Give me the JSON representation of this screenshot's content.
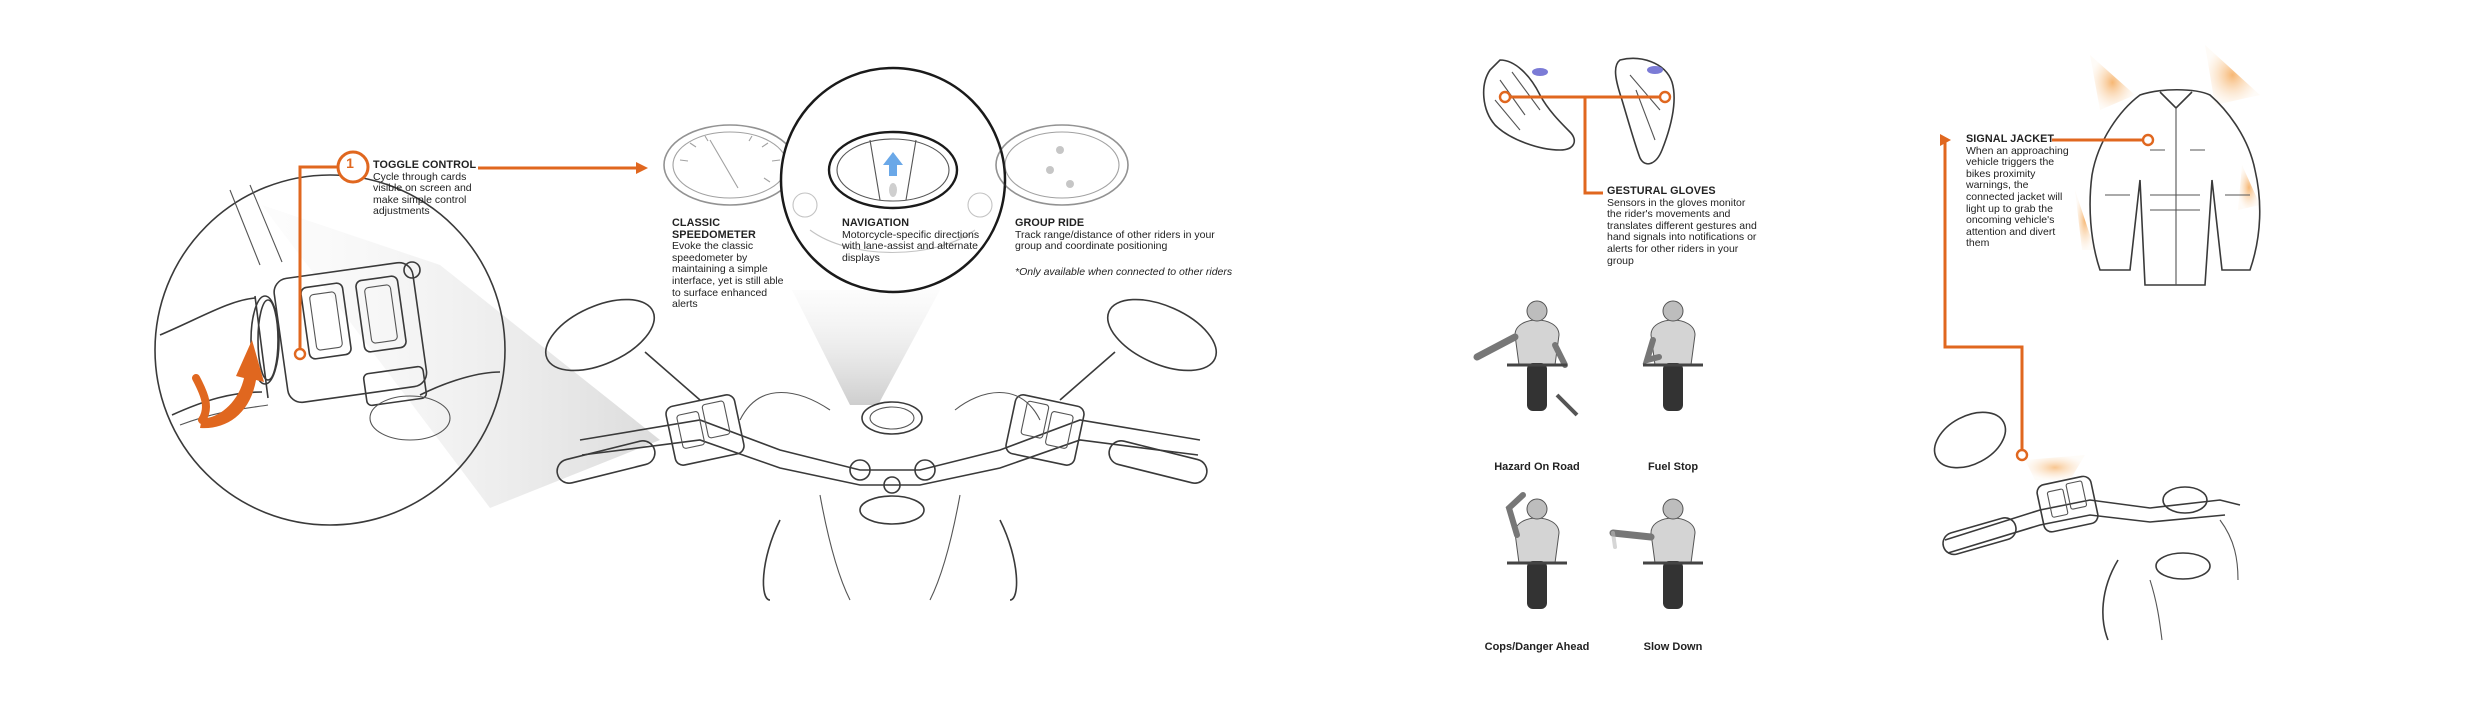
{
  "colors": {
    "accent": "#e0671f",
    "ink": "#3a3a3a",
    "nav_arrow": "#6aa8e8"
  },
  "toggle": {
    "step": "1",
    "title": "TOGGLE CONTROL",
    "desc": "Cycle through cards visible on screen and make simple control adjustments"
  },
  "cards": [
    {
      "title": "CLASSIC SPEEDOMETER",
      "desc": "Evoke the classic speedometer by maintaining a simple interface, yet is still able to surface enhanced alerts"
    },
    {
      "title": "NAVIGATION",
      "desc": "Motorcycle-specific directions with lane-assist and alternate displays"
    },
    {
      "title": "GROUP RIDE",
      "desc": "Track range/distance of other riders in your group and coordinate positioning",
      "note": "*Only available when connected to other riders"
    }
  ],
  "gloves": {
    "title": "GESTURAL GLOVES",
    "desc": "Sensors in the gloves monitor the rider's movements and translates different gestures and hand signals into notifications or alerts for other riders in your group"
  },
  "gestures": [
    "Hazard On Road",
    "Fuel Stop",
    "Cops/Danger Ahead",
    "Slow Down"
  ],
  "jacket": {
    "title": "SIGNAL JACKET",
    "desc": "When an approaching vehicle triggers the bikes proximity warnings, the connected jacket will light up to grab the oncoming vehicle's attention and divert them"
  },
  "icons": [
    "rotate-arrow-icon",
    "navigation-arrow-icon",
    "glove-icon",
    "jacket-icon",
    "mirror-icon"
  ]
}
